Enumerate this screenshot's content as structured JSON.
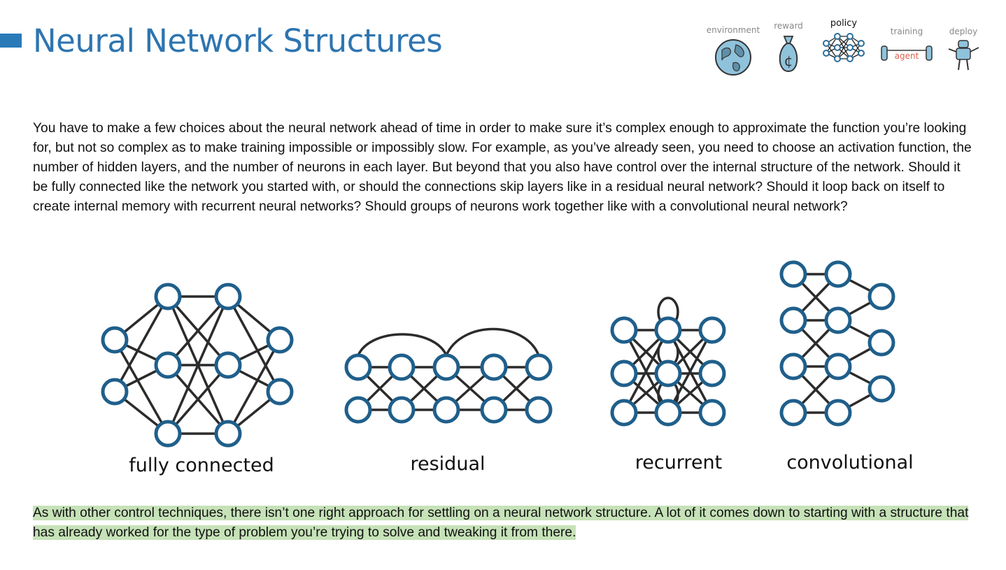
{
  "page": {
    "title": "Neural Network Structures",
    "accent_color": "#2e75b0",
    "highlight_color": "#c6e2b8"
  },
  "stages": [
    {
      "label": "environment",
      "icon": "globe-icon",
      "active": false
    },
    {
      "label": "reward",
      "icon": "money-bag-icon",
      "active": false
    },
    {
      "label": "policy",
      "icon": "neural-network-icon",
      "active": true
    },
    {
      "label": "training",
      "icon": "barbell-icon",
      "active": false,
      "icon_text": "agent"
    },
    {
      "label": "deploy",
      "icon": "robot-icon",
      "active": false
    }
  ],
  "intro": "You have to make a few choices about the neural network ahead of time in order to make sure it’s complex enough to approximate the function you’re looking for, but not so complex as to make training impossible or impossibly slow. For example, as you’ve already seen, you need to choose an activation function, the number of hidden layers, and the number of neurons in each layer. But beyond that you also have control over the internal structure of the network. Should it be fully connected like the network you started with, or should the connections skip layers like in a residual neural network? Should it loop back on itself to create internal memory with recurrent neural networks? Should groups of neurons work together like with a convolutional neural network?",
  "diagrams": {
    "fully_connected": "fully connected",
    "residual": "residual",
    "recurrent": "recurrent",
    "convolutional": "convolutional"
  },
  "conclusion": "As with other control techniques, there isn’t one right approach for settling on a neural network structure. A lot of it comes down to starting with a structure that has already worked for the type of problem you’re trying to solve and tweaking it from there."
}
